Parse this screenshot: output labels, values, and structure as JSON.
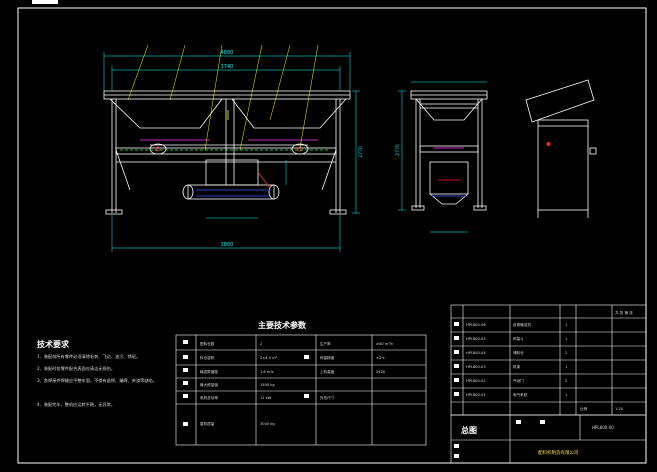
{
  "drawing": {
    "title_tab": "",
    "tech_params_title": "主要技术参数",
    "tech_requirements": {
      "title": "技术要求",
      "lines": [
        "1、装配前所有零件必须清除毛刺、飞边、油污、锈斑。",
        "2、装配时各零件配合表面应清洁无损伤。",
        "3、各焊接件焊缝应平整牢固，不得有虚焊、漏焊、夹渣等缺陷。",
        "4、装配完毕，整机应运转平稳，无异常。"
      ]
    },
    "dims": {
      "front_overall_top": "4800",
      "front_inner": "3740",
      "front_height": "2770",
      "front_bottom": "3800",
      "side_height": "2770"
    },
    "params_rows": [
      {
        "label": "配料仓数",
        "value": "2",
        "sub": "生产率",
        "sub_value": "≥40 m³/h"
      },
      {
        "label": "料仓容积",
        "value": "2×4.5 m³",
        "sub": "称量精度",
        "sub_value": "±2%"
      },
      {
        "label": "输送带速度",
        "value": "1.6 m/s",
        "sub": "上料高度",
        "sub_value": "2400"
      },
      {
        "label": "最大称量值",
        "value": "1500 kg",
        "sub": "",
        "sub_value": ""
      },
      {
        "label": "电机总功率",
        "value": "11 kW",
        "sub": "外形尺寸",
        "sub_value": ""
      },
      {
        "label": "整机质量",
        "value": "3000 kg",
        "sub": "",
        "sub_value": ""
      }
    ],
    "bom_rows": [
      {
        "code": "HPL800-06",
        "name": "皮带输送机",
        "qty": "1"
      },
      {
        "code": "HPL800-05",
        "name": "称量斗",
        "qty": "1"
      },
      {
        "code": "HPL800-04",
        "name": "储料仓",
        "qty": "2"
      },
      {
        "code": "HPL800-03",
        "name": "机架",
        "qty": "1"
      },
      {
        "code": "HPL800-02",
        "name": "气动门",
        "qty": "2"
      },
      {
        "code": "HPL800-01",
        "name": "电气系统",
        "qty": "1"
      }
    ],
    "title_block": {
      "assembly": "总图",
      "drawing_no": "HPL800-00",
      "company": "配料机制造有限公司",
      "scale_label": "比例",
      "scale": "1:20",
      "sheet": "共 张 第 张"
    },
    "colors": {
      "background": "#000000",
      "frame": "#ffffff",
      "geometry": "#ffffff",
      "dimension": "#00ffff",
      "leader": "#ffff00",
      "accent": "#ff2020",
      "blue": "#3a5cff",
      "magenta": "#ff40ff",
      "green": "#40ff40"
    }
  }
}
